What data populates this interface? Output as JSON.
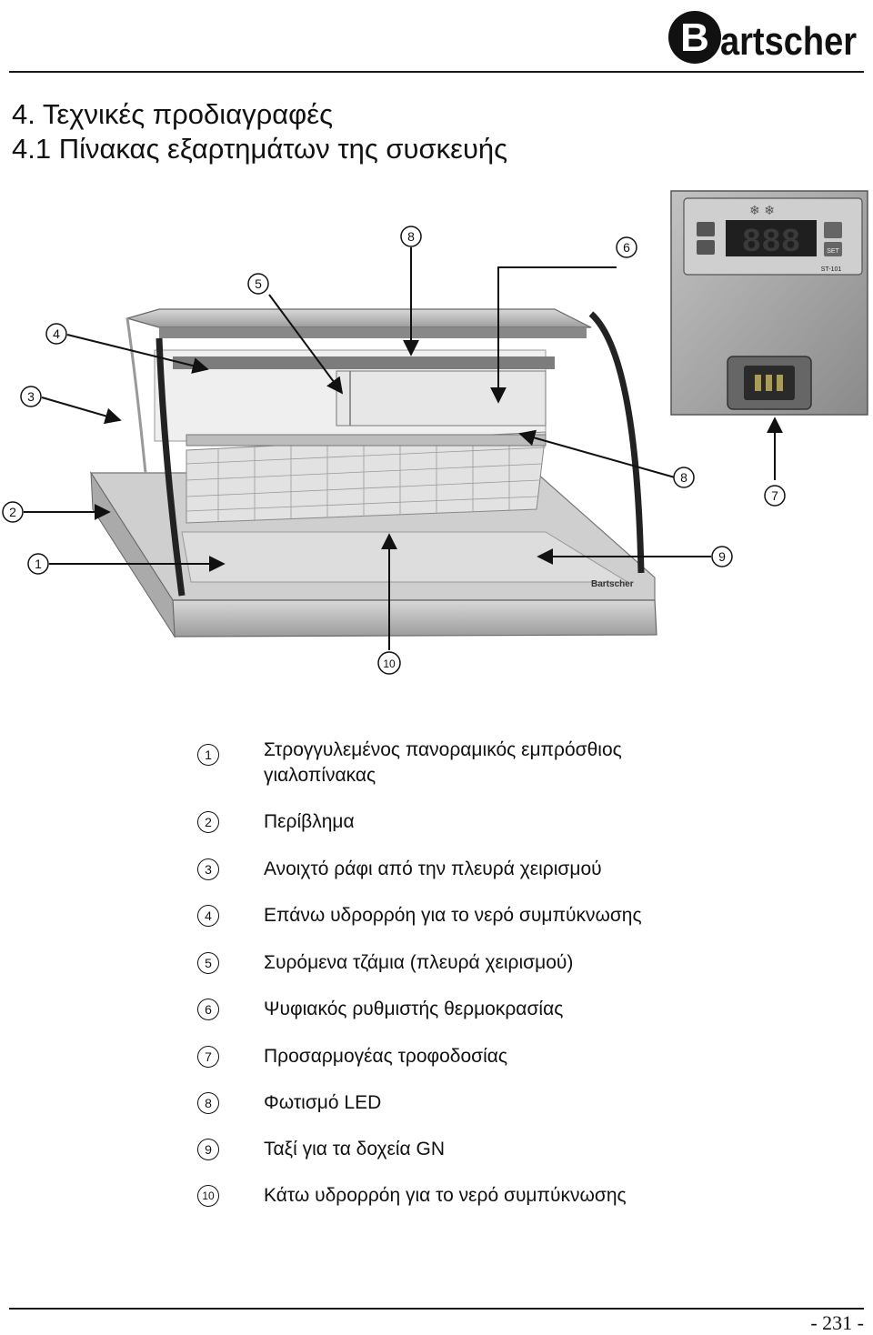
{
  "brand": {
    "name": "Bartscher"
  },
  "heading": {
    "section": "4. Τεχνικές προδιαγραφές",
    "subsection": "4.1 Πίνακας εξαρτημάτων της συσκευής"
  },
  "figure": {
    "callouts": [
      "1",
      "2",
      "3",
      "4",
      "5",
      "6",
      "7",
      "8",
      "8",
      "9",
      "10"
    ],
    "device_brand": "Bartscher",
    "display_value": "888",
    "controller_label": "SET",
    "controller_model": "ST-101"
  },
  "legend": [
    {
      "num": "1",
      "text": "Στρογγυλεμένος πανοραμικός εμπρόσθιος γιαλοπίνακας"
    },
    {
      "num": "2",
      "text": "Περίβλημα"
    },
    {
      "num": "3",
      "text": "Ανοιχτό ράφι από την πλευρά χειρισμού"
    },
    {
      "num": "4",
      "text": "Επάνω υδρορρόη για το νερό συμπύκνωσης"
    },
    {
      "num": "5",
      "text": "Συρόμενα τζάμια (πλευρά χειρισμού)"
    },
    {
      "num": "6",
      "text": "Ψυφιακός ρυθμιστής θερμοκρασίας"
    },
    {
      "num": "7",
      "text": "Προσαρμογέας τροφοδοσίας"
    },
    {
      "num": "8",
      "text": "Φωτισμό LED"
    },
    {
      "num": "9",
      "text": "Ταξί για τα δοχεία GN"
    },
    {
      "num": "10",
      "text": "Κάτω υδρορρόη για το νερό συμπύκνωσης"
    }
  ],
  "footer": {
    "page_number": "- 231 -"
  },
  "colors": {
    "ink": "#111111",
    "steel": "#b9b9b9",
    "steel_dark": "#6d6d6d",
    "panel": "#9a9a9a",
    "display": "#1f1f1f"
  }
}
